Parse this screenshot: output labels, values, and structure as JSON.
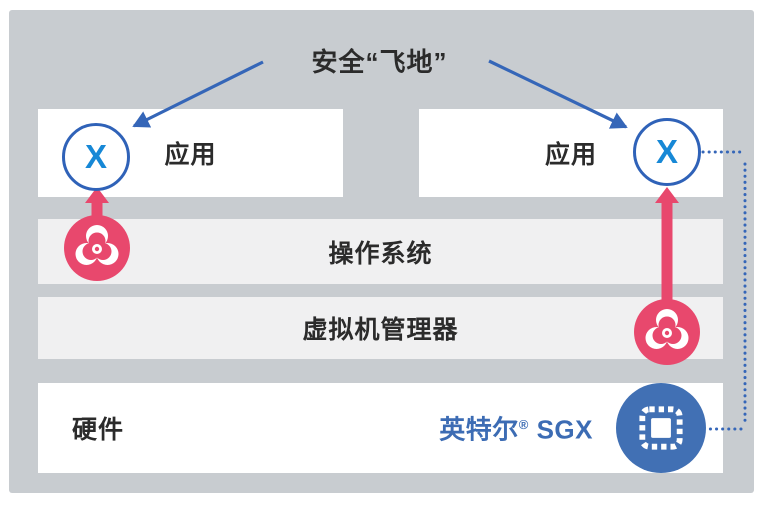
{
  "diagram": {
    "title": "安全“飞地”",
    "layers": {
      "app_left": {
        "label": "应用"
      },
      "app_right": {
        "label": "应用"
      },
      "os": {
        "label": "操作系统"
      },
      "hypervisor": {
        "label": "虚拟机管理器"
      },
      "hardware": {
        "label": "硬件"
      }
    },
    "enclave_marker": "X",
    "sgx": {
      "brand": "英特尔",
      "reg": "®",
      "product": "SGX"
    },
    "icons": {
      "malware": "biohazard",
      "sgx_chip": "processor-chip",
      "enclave_badge": "circled-x"
    },
    "colors": {
      "background_gray": "#c8ccd0",
      "box_white": "#ffffff",
      "box_light_gray": "#f0f0f1",
      "arrow_blue": "#3566b8",
      "enclave_x_blue": "#1788d6",
      "malware_pink": "#e8486d",
      "chip_blue": "#4170b4",
      "text_dark": "#2b2b2b"
    }
  }
}
